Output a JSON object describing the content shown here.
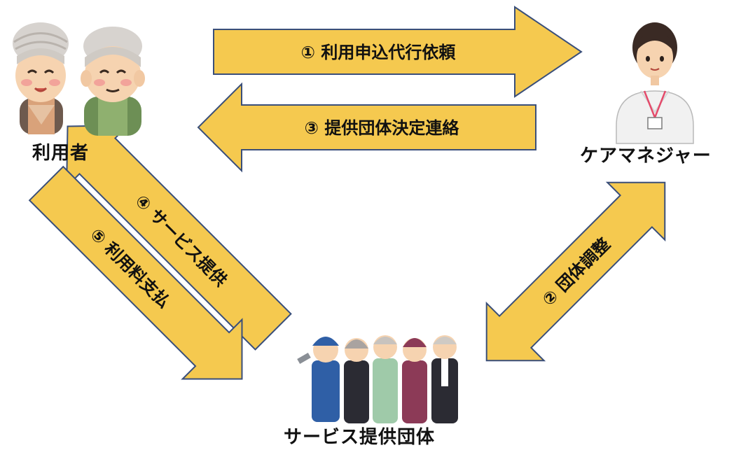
{
  "colors": {
    "arrow_fill": "#f5c94f",
    "arrow_stroke": "#3a4f7a",
    "text": "#111111"
  },
  "nodes": {
    "user": {
      "label": "利用者",
      "icon": "elderly-couple-icon"
    },
    "care_manager": {
      "label": "ケアマネジャー",
      "icon": "care-manager-icon"
    },
    "service_org": {
      "label": "サービス提供団体",
      "icon": "service-workers-group-icon"
    }
  },
  "flows": [
    {
      "label": "① 利用申込代行依頼"
    },
    {
      "label": "② 団体調整"
    },
    {
      "label": "③ 提供団体決定連絡"
    },
    {
      "label": "④ サービス提供"
    },
    {
      "label": "⑤ 利用料支払"
    }
  ]
}
